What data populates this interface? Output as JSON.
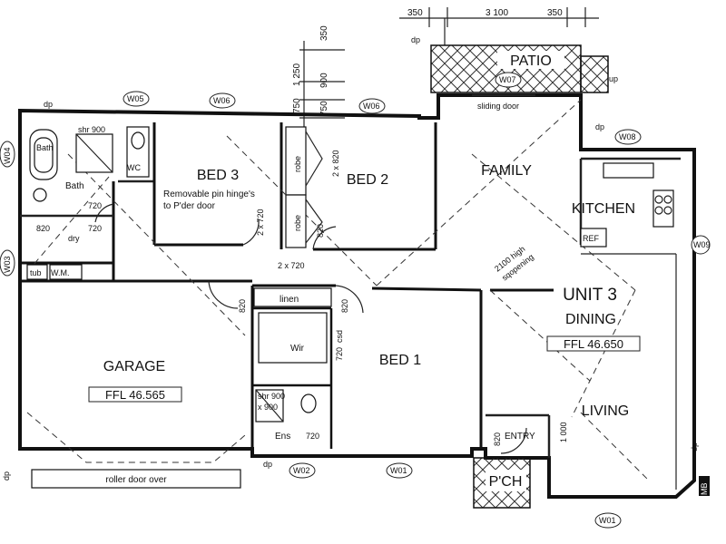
{
  "rooms": {
    "patio": "PATIO",
    "bed3": "BED 3",
    "bed3_note_line1": "Removable pin hinge's",
    "bed3_note_line2": "to P'der door",
    "bed2": "BED 2",
    "family": "FAMILY",
    "kitchen": "KITCHEN",
    "unit": "UNIT 3",
    "dining": "DINING",
    "garage": "GARAGE",
    "bed1": "BED 1",
    "living": "LIVING",
    "entry": "ENTRY",
    "porch": "P'CH",
    "bath": "Bath",
    "wc": "WC",
    "wir": "Wir",
    "ens": "Ens",
    "linen": "linen",
    "robe": "robe",
    "dry": "dry",
    "tub": "tub",
    "wm": "W.M.",
    "ref": "REF"
  },
  "levels": {
    "garage_ffl": "FFL 46.565",
    "unit_ffl": "FFL 46.650"
  },
  "notes": {
    "sliding_door": "sliding door",
    "opening_line1": "2100 high",
    "opening_line2": "sqopening",
    "roller_door": "roller door over",
    "shr": "shr 900",
    "shr_dims": "x 900",
    "csd": "csd",
    "up": "up",
    "dp": "dp",
    "mb": "MB"
  },
  "dimensions": {
    "d350a": "350",
    "d3100": "3 100",
    "d350b": "350",
    "d1250": "1 250",
    "d900": "900",
    "d750": "750",
    "d350c": "350",
    "d2x820": "2 x 820",
    "d2x720a": "2 x 720",
    "d2x720b": "2 x 720",
    "d820": "820",
    "d720": "720",
    "d1000": "1 000"
  },
  "windows": {
    "w01a": "W01",
    "w01b": "W01",
    "w02": "W02",
    "w03": "W03",
    "w04": "W04",
    "w05": "W05",
    "w06a": "W06",
    "w06b": "W06",
    "w07": "W07",
    "w08": "W08",
    "w09": "W09"
  }
}
